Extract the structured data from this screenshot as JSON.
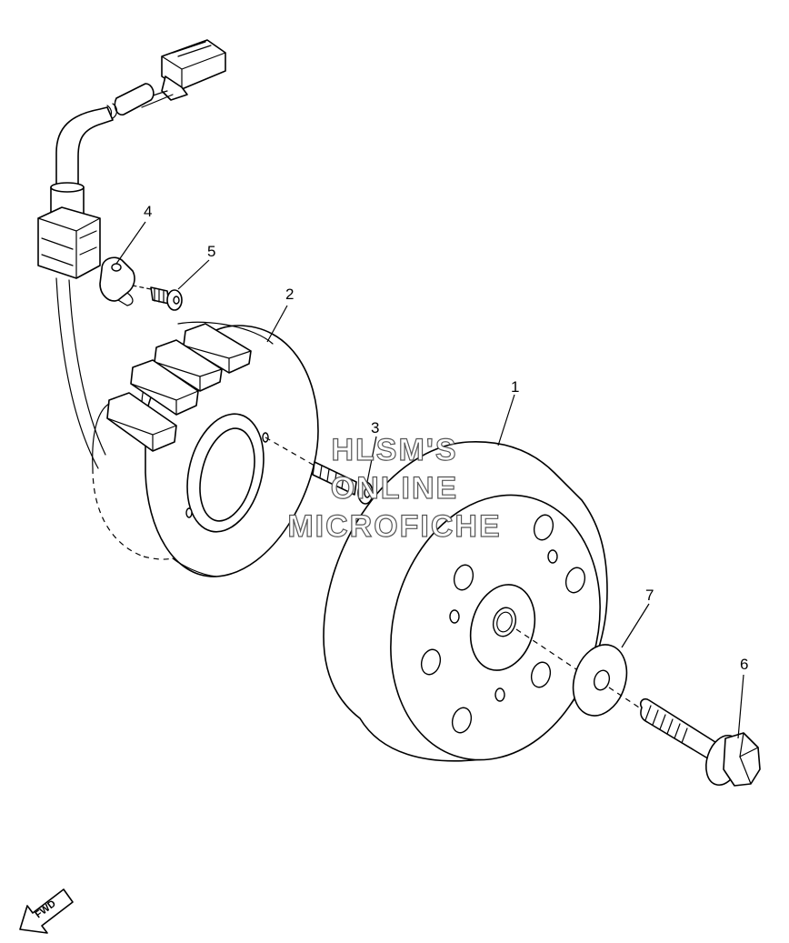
{
  "callouts": {
    "c1": "1",
    "c2": "2",
    "c3": "3",
    "c4": "4",
    "c5": "5",
    "c6": "6",
    "c7": "7"
  },
  "watermark": {
    "line1": "HLSM'S",
    "line2": "ONLINE",
    "line3": "MICROFICHE"
  },
  "fwd_label": "FWD",
  "colors": {
    "line": "#000000",
    "background": "#ffffff",
    "watermark_outline": "#555555"
  }
}
